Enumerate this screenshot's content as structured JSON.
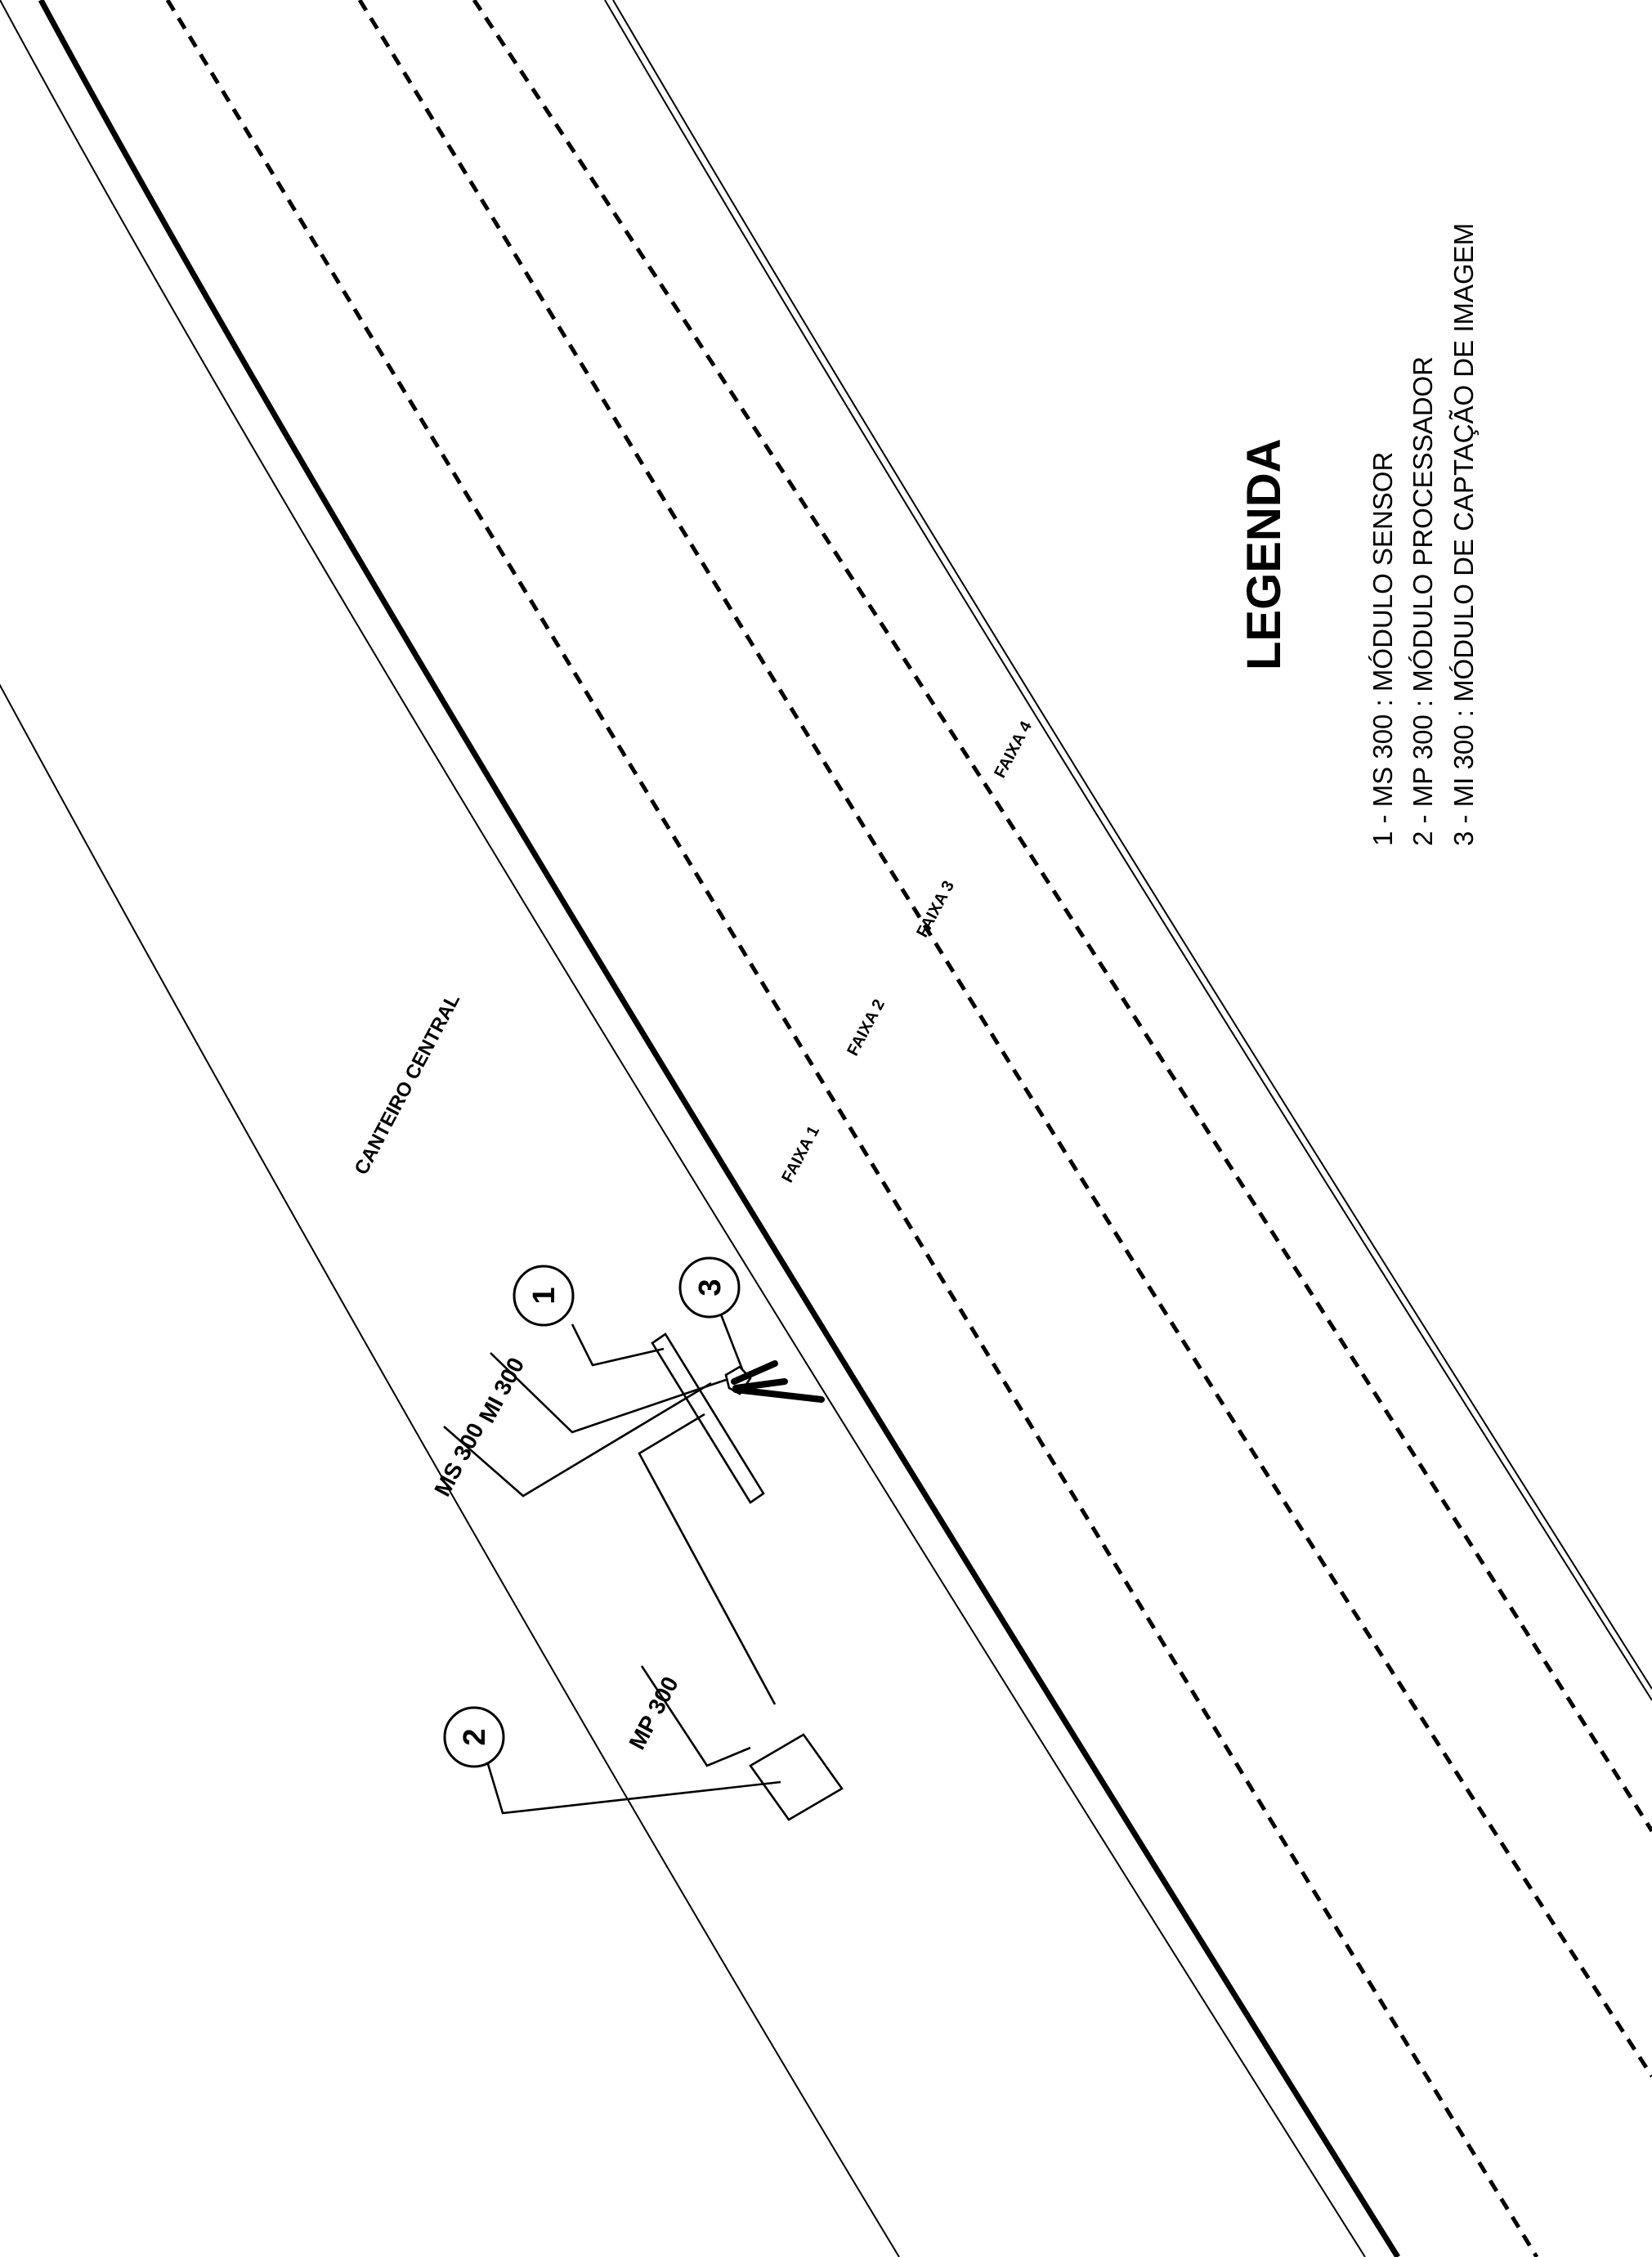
{
  "drawing": {
    "median_label": "CANTEIRO CENTRAL",
    "lanes": [
      {
        "label": "FAIXA 1"
      },
      {
        "label": "FAIXA 2"
      },
      {
        "label": "FAIXA 3"
      },
      {
        "label": "FAIXA 4"
      }
    ],
    "equipment_tags": {
      "ms": "MS 300",
      "mi": "MI 300",
      "mp": "MP 300"
    },
    "callouts": [
      "1",
      "2",
      "3"
    ]
  },
  "legend": {
    "title": "LEGENDA",
    "items": [
      "1 - MS 300 : MÓDULO SENSOR",
      "2 - MP 300 : MÓDULO PROCESSADOR",
      "3 - MI 300 : MÓDULO DE CAPTAÇÃO DE IMAGEM"
    ]
  }
}
